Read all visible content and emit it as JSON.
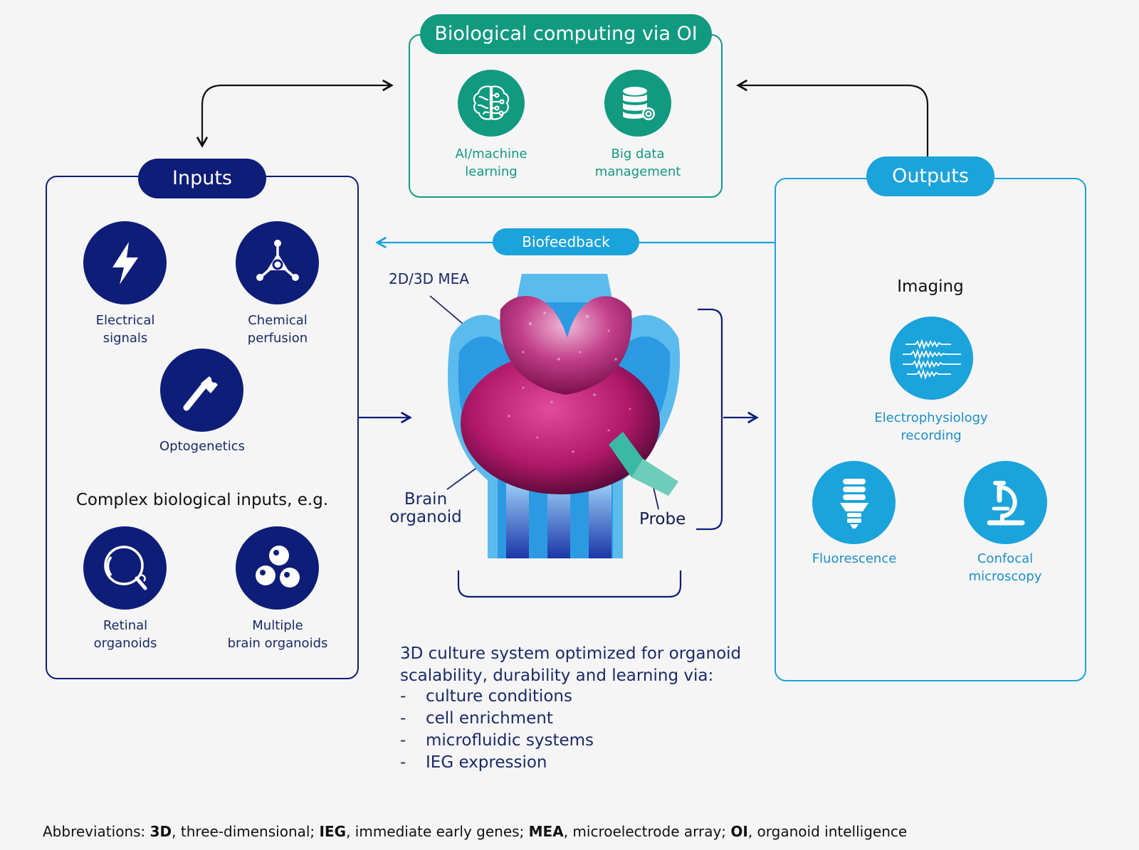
{
  "colors": {
    "navy": "#0e1d78",
    "teal": "#119a80",
    "sky": "#1ba3dc"
  },
  "top": {
    "title": "Biological computing via OI",
    "items": [
      {
        "icon": "brain-circuit-icon",
        "line1": "AI/machine",
        "line2": "learning"
      },
      {
        "icon": "database-gear-icon",
        "line1": "Big data",
        "line2": "management"
      }
    ]
  },
  "inputs": {
    "title": "Inputs",
    "items": [
      {
        "icon": "lightning-icon",
        "line1": "Electrical",
        "line2": "signals"
      },
      {
        "icon": "molecule-icon",
        "line1": "Chemical",
        "line2": "perfusion"
      },
      {
        "icon": "flashlight-icon",
        "line1": "Optogenetics"
      }
    ],
    "complex_heading": "Complex biological inputs, e.g.",
    "complex_items": [
      {
        "icon": "eye-icon",
        "line1": "Retinal",
        "line2": "organoids"
      },
      {
        "icon": "spheres-icon",
        "line1": "Multiple",
        "line2": "brain organoids"
      }
    ]
  },
  "center": {
    "biofeedback": "Biofeedback",
    "mea_label": "2D/3D MEA",
    "organoid_label_1": "Brain",
    "organoid_label_2": "organoid",
    "probe_label": "Probe",
    "system_text_1": "3D culture system optimized for organoid",
    "system_text_2": "scalability, durability and learning via:",
    "bullets": [
      "culture conditions",
      "cell enrichment",
      "microfluidic systems",
      "IEG expression"
    ],
    "bullet_marker": "-"
  },
  "outputs": {
    "title": "Outputs",
    "imaging_heading": "Imaging",
    "items": [
      {
        "icon": "waveform-icon",
        "line1": "Electrophysiology",
        "line2": "recording"
      },
      {
        "icon": "lightbulb-icon",
        "line1": "Fluorescence"
      },
      {
        "icon": "microscope-icon",
        "line1": "Confocal",
        "line2": "microscopy"
      }
    ]
  },
  "footer": {
    "prefix": "Abbreviations: ",
    "terms": [
      {
        "abbr": "3D",
        "def": ", three-dimensional; "
      },
      {
        "abbr": "IEG",
        "def": ", immediate early genes; "
      },
      {
        "abbr": "MEA",
        "def": ", microelectrode array; "
      },
      {
        "abbr": "OI",
        "def": ", organoid intelligence"
      }
    ]
  }
}
